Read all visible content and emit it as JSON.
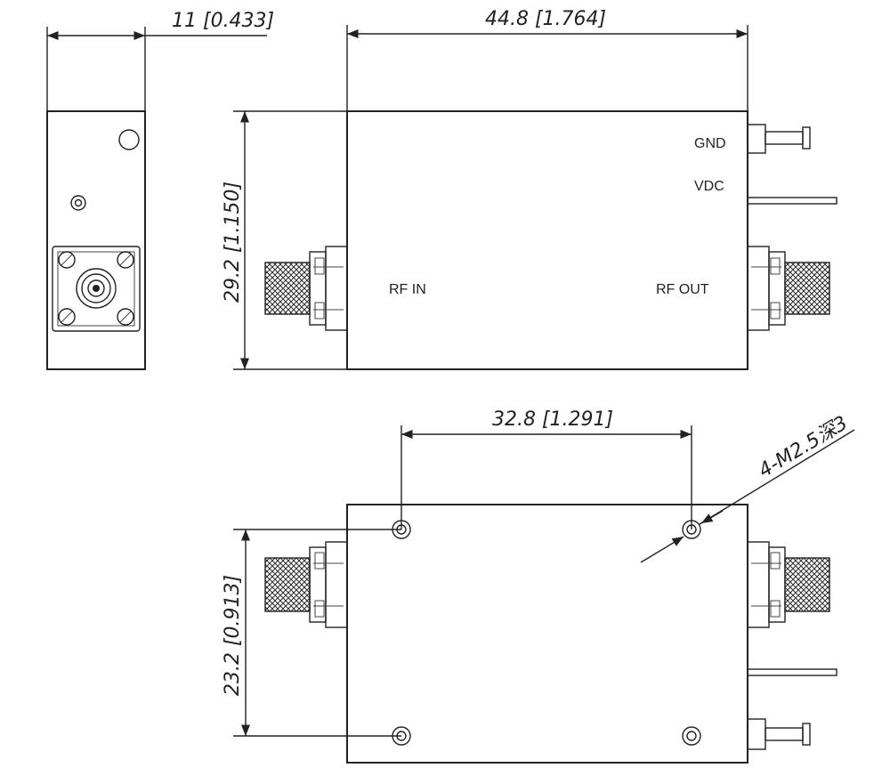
{
  "dimensions": {
    "width_side": "11 [0.433]",
    "length_top": "44.8 [1.764]",
    "height_front": "29.2 [1.150]",
    "hole_spacing_x": "32.8 [1.291]",
    "hole_spacing_y": "23.2 [0.913]",
    "mount_holes": "4-M2.5深3"
  },
  "labels": {
    "gnd": "GND",
    "vdc": "VDC",
    "rf_in": "RF IN",
    "rf_out": "RF OUT"
  }
}
